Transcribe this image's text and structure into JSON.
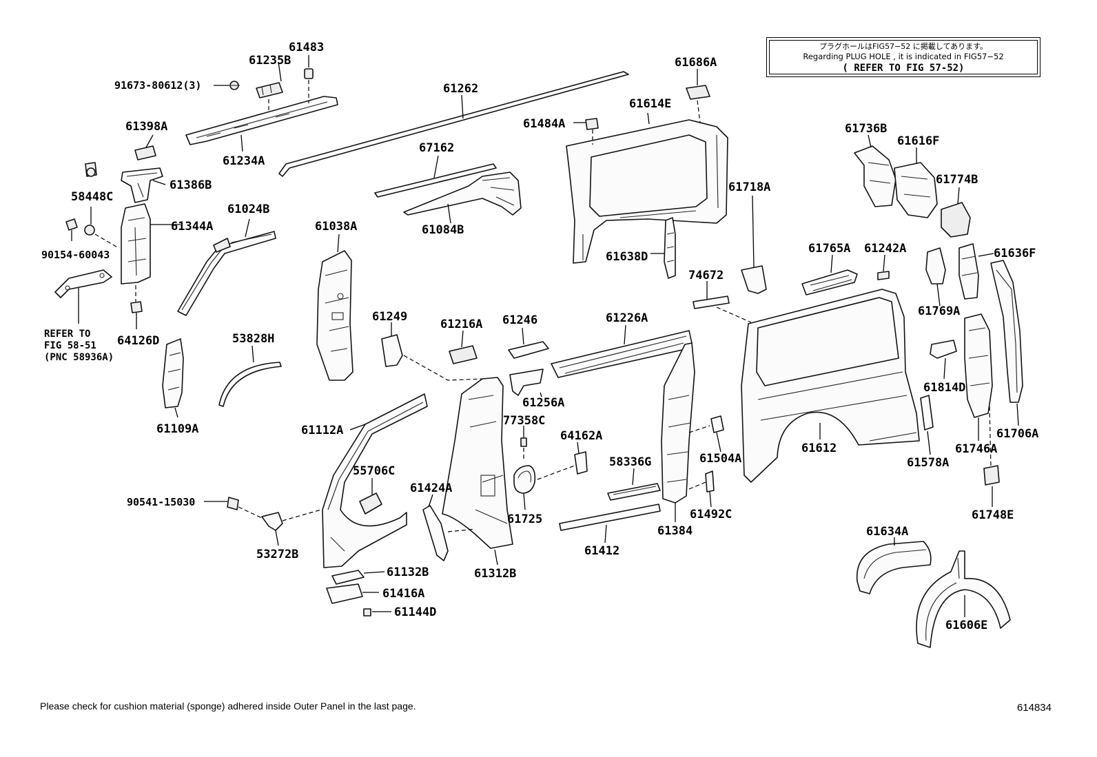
{
  "note": {
    "jp": "プラグホールはFIG57−52 に掲載してあります。",
    "en": "Regarding  PLUG  HOLE , it is indicated in FIG57−52",
    "ref": "( REFER TO FIG 57-52)"
  },
  "refer_note": {
    "line1": "REFER TO",
    "line2": "FIG 58-51",
    "line3": "(PNC 58936A)"
  },
  "footer": "Please check for cushion material (sponge) adhered inside Outer Panel in the last page.",
  "figure_number": "614834",
  "labels": {
    "p61483": "61483",
    "p61235B": "61235B",
    "p91673": "91673-80612(3)",
    "p61262": "61262",
    "p61686A": "61686A",
    "p61614E": "61614E",
    "p61484A": "61484A",
    "p61398A": "61398A",
    "p61234A": "61234A",
    "p67162": "67162",
    "p61386B": "61386B",
    "p58448C": "58448C",
    "p61024B": "61024B",
    "p61344A": "61344A",
    "p61084B": "61084B",
    "p61038A": "61038A",
    "p90154": "90154-60043",
    "p61638D": "61638D",
    "p61736B": "61736B",
    "p61616F": "61616F",
    "p61774B": "61774B",
    "p61718A": "61718A",
    "p61765A": "61765A",
    "p61242A": "61242A",
    "p61636F": "61636F",
    "p74672": "74672",
    "p64126D": "64126D",
    "p53828H": "53828H",
    "p61249": "61249",
    "p61216A": "61216A",
    "p61246": "61246",
    "p61226A": "61226A",
    "p61769A": "61769A",
    "p61256A": "61256A",
    "p61814D": "61814D",
    "p61109A": "61109A",
    "p61112A": "61112A",
    "p77358C": "77358C",
    "p64162A": "64162A",
    "p61706A": "61706A",
    "p55706C": "55706C",
    "p58336G": "58336G",
    "p61504A": "61504A",
    "p61612": "61612",
    "p61746A": "61746A",
    "p61578A": "61578A",
    "p61424A": "61424A",
    "p90541": "90541-15030",
    "p61725": "61725",
    "p61492C": "61492C",
    "p61748E": "61748E",
    "p61384": "61384",
    "p61634A": "61634A",
    "p53272B": "53272B",
    "p61412": "61412",
    "p61312B": "61312B",
    "p61132B": "61132B",
    "p61416A": "61416A",
    "p61144D": "61144D",
    "p61606E": "61606E"
  }
}
